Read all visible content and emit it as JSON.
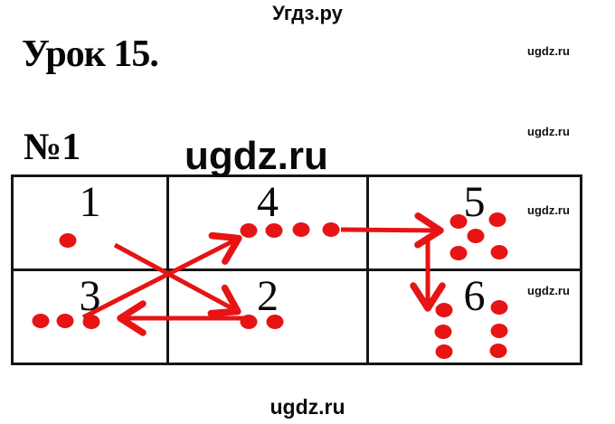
{
  "page": {
    "site_title": "Угдз.ру",
    "lesson_heading": "Урок 15.",
    "task_number": "№1",
    "watermark_large": "ugdz.ru",
    "watermark_small": "ugdz.ru",
    "watermark_footer": "ugdz.ru"
  },
  "colors": {
    "accent_red": "#e61414",
    "ink": "#000000",
    "paper": "#ffffff"
  },
  "exercise": {
    "cells": [
      {
        "label": "1",
        "dots": 1
      },
      {
        "label": "4",
        "dots": 4
      },
      {
        "label": "5",
        "dots": 5
      },
      {
        "label": "3",
        "dots": 3
      },
      {
        "label": "2",
        "dots": 2
      },
      {
        "label": "6",
        "dots": 6
      }
    ],
    "arrows": [
      {
        "from": "1",
        "to": "2"
      },
      {
        "from": "2",
        "to": "3"
      },
      {
        "from": "3",
        "to": "4"
      },
      {
        "from": "4",
        "to": "5"
      },
      {
        "from": "5",
        "to": "6"
      }
    ]
  }
}
